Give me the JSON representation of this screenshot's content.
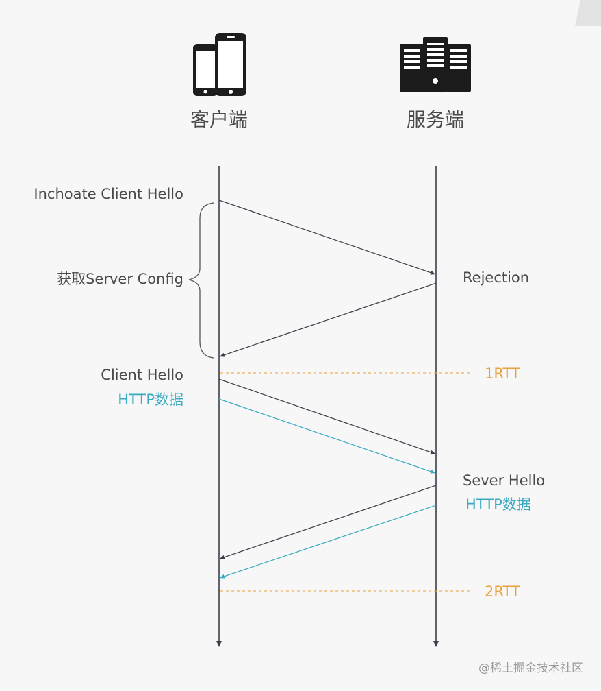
{
  "participants": {
    "client": {
      "label": "客户端",
      "icon": "smartphones-icon"
    },
    "server": {
      "label": "服务端",
      "icon": "server-rack-icon"
    }
  },
  "messages": {
    "inchoate_client_hello": "Inchoate Client Hello",
    "get_server_config": "获取Server Config",
    "rejection": "Rejection",
    "client_hello": "Client Hello",
    "client_http_data": "HTTP数据",
    "sever_hello": "Sever Hello",
    "server_http_data": "HTTP数据"
  },
  "markers": {
    "rtt1": "1RTT",
    "rtt2": "2RTT"
  },
  "watermark": "@稀土掘金技术社区",
  "colors": {
    "text": "#4a4a4a",
    "line": "#3a3f4a",
    "http": "#3aa9c2",
    "rtt": "#e9a13a"
  }
}
